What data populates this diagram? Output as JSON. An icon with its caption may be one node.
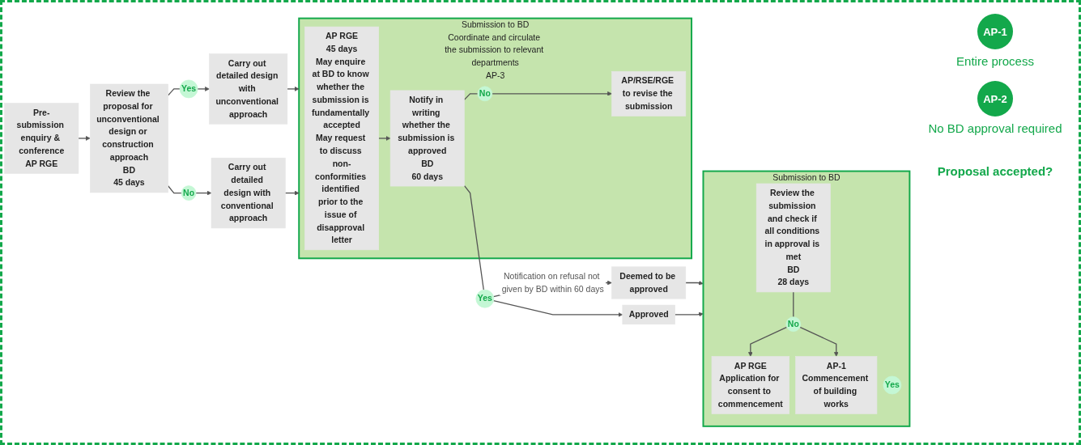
{
  "diagram": {
    "nodes": [
      {
        "text": [
          "Pre-submission enquiry & conference",
          "AP RGE"
        ]
      },
      {
        "text": [
          "Review the proposal for unconventional design or construction approach",
          "BD",
          "45 days"
        ]
      },
      {
        "text": [
          "Yes"
        ]
      },
      {
        "text": [
          "No"
        ]
      },
      {
        "text": [
          "Carry out detailed design with unconventional approach"
        ]
      },
      {
        "text": [
          "Carry out detailed design with conventional approach"
        ]
      },
      {
        "text": [
          "Submission to BD",
          "Coordinate and circulate the submission to relevant departments",
          "AP-3"
        ]
      },
      {
        "text": [
          "AP RGE",
          "45 days",
          "May enquire at BD to know whether the submission is fundamentally accepted",
          "May request to discuss non-conformities identified prior to the issue of disapproval letter"
        ],
        "in": 6
      },
      {
        "text": [
          "Notify in writing whether the submission is approved",
          "BD",
          "60 days"
        ],
        "in": 6
      },
      {
        "text": [
          "No"
        ],
        "in": 6
      },
      {
        "text": [
          "AP/RSE/RGE to revise the submission"
        ],
        "in": 6
      },
      {
        "text": [
          "Yes"
        ]
      },
      {
        "text": [
          "Deemed to be approved"
        ]
      },
      {
        "text": [
          "Approved"
        ]
      },
      {
        "text": [
          "Submission to BD"
        ]
      },
      {
        "text": [
          "AP RGE",
          "Application for consent to commencement"
        ],
        "in": 14
      },
      {
        "text": [
          "No"
        ],
        "in": 14
      },
      {
        "text": [
          "Yes"
        ],
        "in": 14
      },
      {
        "text": [
          "Review the submission and check if all conditions in approval is met",
          "BD",
          "28 days"
        ],
        "in": 14
      },
      {
        "text": [
          "AP-1",
          "Commencement of building works"
        ],
        "in": 14
      }
    ],
    "edges": [
      {
        "from": 0,
        "to": 1,
        "arrow": "to"
      },
      {
        "from": 1,
        "to": 2,
        "arrow": "none"
      },
      {
        "from": 1,
        "to": 3,
        "arrow": "none"
      },
      {
        "from": 2,
        "to": 4,
        "arrow": "to"
      },
      {
        "from": 3,
        "to": 5,
        "arrow": "to"
      },
      {
        "from": 4,
        "to": 6,
        "arrow": "to"
      },
      {
        "from": 5,
        "to": 6,
        "arrow": "to"
      },
      {
        "from": 7,
        "to": 8,
        "arrow": "to"
      },
      {
        "from": 8,
        "to": 9,
        "arrow": "none"
      },
      {
        "from": 9,
        "to": 10,
        "arrow": "to"
      },
      {
        "from": 8,
        "to": 11,
        "arrow": "none"
      },
      {
        "from": 11,
        "to": 12,
        "arrow": "to",
        "label": "Notification on refusal not given by BD within 60 days"
      },
      {
        "from": 11,
        "to": 13,
        "arrow": "to"
      },
      {
        "from": 12,
        "to": 14,
        "arrow": "to"
      },
      {
        "from": 13,
        "to": 14,
        "arrow": "to"
      },
      {
        "from": 18,
        "to": 16,
        "arrow": "none"
      },
      {
        "from": 16,
        "to": 15,
        "arrow": "to"
      },
      {
        "from": 16,
        "to": 19,
        "arrow": "to"
      }
    ],
    "labels": [
      "AP-1",
      "AP-2",
      "Proposal accepted?"
    ],
    "legend": [
      {
        "text": "Entire process",
        "color": "#13a84b"
      },
      {
        "text": "No BD approval required",
        "color": "#13a84b"
      }
    ]
  }
}
